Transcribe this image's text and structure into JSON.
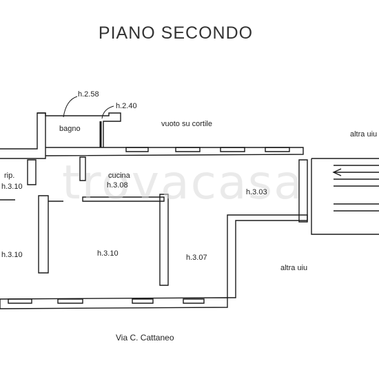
{
  "title": "PIANO SECONDO",
  "watermark": "trovacasa",
  "street": "Via C. Cattaneo",
  "labels": {
    "h258": "h.2.58",
    "h240": "h.2.40",
    "bagno": "bagno",
    "vuoto": "vuoto su cortile",
    "altra_top": "altra uiu",
    "rip": "rip.",
    "h310_rip": "h.3.10",
    "cucina": "cucina",
    "h308": "h.3.08",
    "h303": "h.3.03",
    "h310_left": "h.3.10",
    "h310_mid": "h.3.10",
    "h307": "h.3.07",
    "altra_bottom": "altra uiu"
  },
  "colors": {
    "wall": "#1a1a1a",
    "text": "#222222",
    "watermark": "#d9d9d9"
  }
}
